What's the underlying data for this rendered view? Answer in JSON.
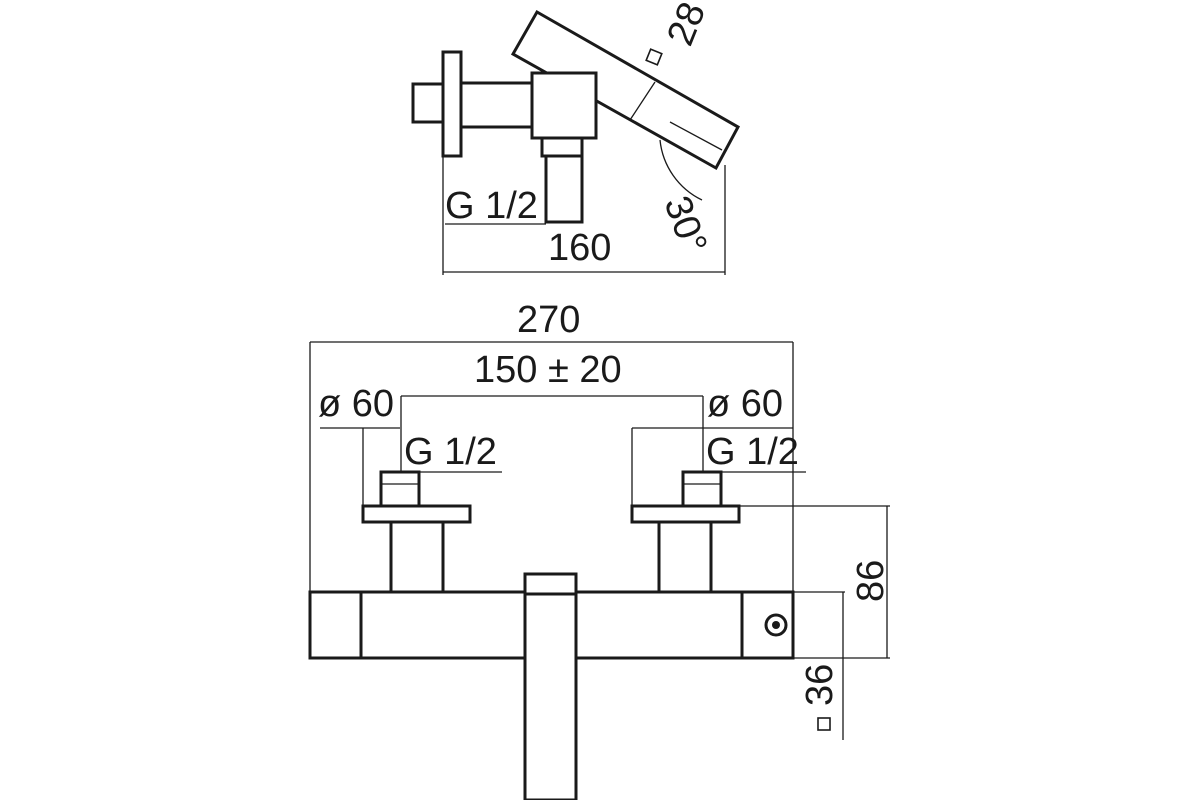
{
  "side_view": {
    "spout_square": "28",
    "inlet_thread": "G 1/2",
    "depth": "160",
    "spout_angle": "30°"
  },
  "front_view": {
    "overall_width": "270",
    "inlet_spacing": "150 ± 20",
    "left_flange_diameter": "ø 60",
    "right_flange_diameter": "ø 60",
    "left_inlet_thread": "G 1/2",
    "right_inlet_thread": "G 1/2",
    "height": "86",
    "body_square": "36"
  }
}
